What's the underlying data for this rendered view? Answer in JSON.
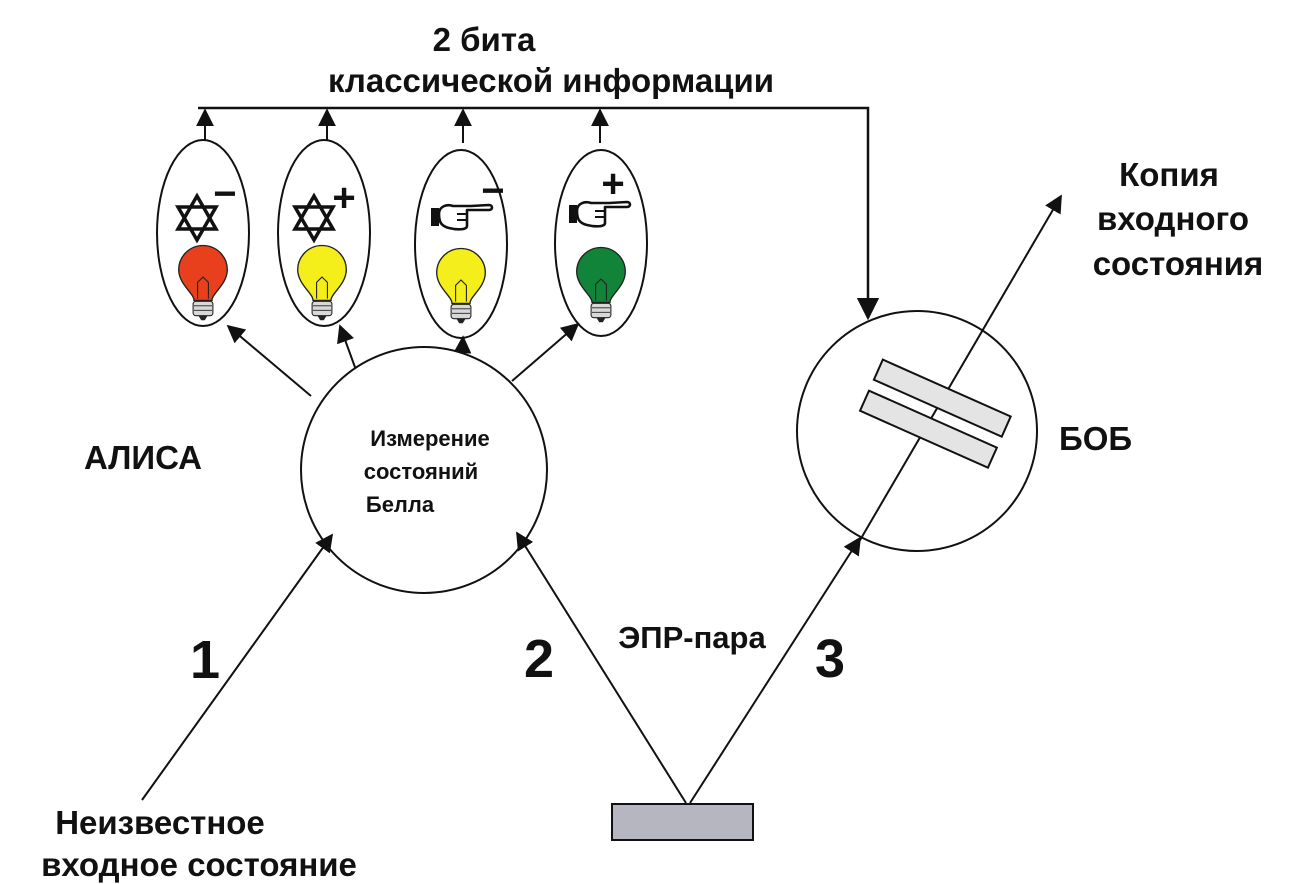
{
  "header": {
    "line1": "2 бита",
    "line2": "классической информации"
  },
  "labels": {
    "alice": "АЛИСА",
    "bob": "БОБ",
    "measure_line1": "Измерение",
    "measure_line2": "состояний",
    "measure_line3": "Белла",
    "epr_pair": "ЭПР-пара",
    "copy_line1": "Копия",
    "copy_line2": "входного",
    "copy_line3": "состояния",
    "input_line1": "Неизвестное",
    "input_line2": "входное состояние"
  },
  "paths": {
    "one": "1",
    "two": "2",
    "three": "3"
  },
  "outcomes": [
    {
      "symbol": "star-of-david-icon",
      "sign": "−",
      "bulb_color": "#e8401c"
    },
    {
      "symbol": "star-of-david-icon",
      "sign": "+",
      "bulb_color": "#3b1a8f"
    },
    {
      "symbol": "pointing-hand-icon",
      "sign": "−",
      "bulb_color": "#f4ee1a"
    },
    {
      "symbol": "pointing-hand-icon",
      "sign": "+",
      "bulb_color": "#11843a"
    }
  ]
}
